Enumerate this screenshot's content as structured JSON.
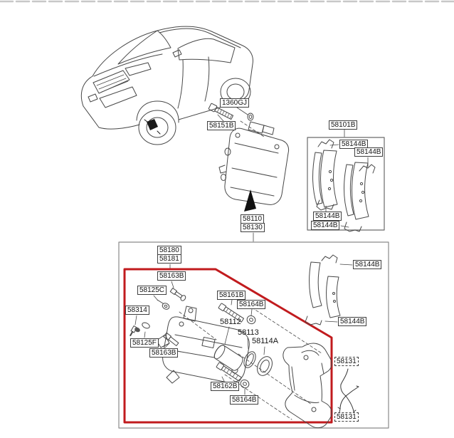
{
  "diagram": {
    "kind": "exploded-parts-diagram",
    "subject": "front brake caliper assembly with vehicle reference drawing"
  },
  "colors": {
    "highlight_red": "#c11b1e",
    "linework": "#474747",
    "page_border_dash": "#c8c8c8",
    "label_border": "#3f3f3f",
    "label_text": "#141414"
  },
  "labels": [
    {
      "id": "1360GJ",
      "text": "1360GJ"
    },
    {
      "id": "58151B",
      "text": "58151B"
    },
    {
      "id": "58101B",
      "text": "58101B"
    },
    {
      "id": "58144B-kit-top-left",
      "text": "58144B"
    },
    {
      "id": "58144B-kit-top-right",
      "text": "58144B"
    },
    {
      "id": "58144B-kit-bottom-1",
      "text": "58144B"
    },
    {
      "id": "58144B-kit-bottom-2",
      "text": "58144B"
    },
    {
      "id": "58110",
      "text": "58110"
    },
    {
      "id": "58130",
      "text": "58130"
    },
    {
      "id": "58180",
      "text": "58180"
    },
    {
      "id": "58181",
      "text": "58181"
    },
    {
      "id": "58163B-upper",
      "text": "58163B"
    },
    {
      "id": "58125C",
      "text": "58125C"
    },
    {
      "id": "58314",
      "text": "58314"
    },
    {
      "id": "58125F",
      "text": "58125F"
    },
    {
      "id": "58163B-lower",
      "text": "58163B"
    },
    {
      "id": "58161B",
      "text": "58161B"
    },
    {
      "id": "58164B-upper",
      "text": "58164B"
    },
    {
      "id": "58112",
      "text": "58112"
    },
    {
      "id": "58113",
      "text": "58113"
    },
    {
      "id": "58114A",
      "text": "58114A"
    },
    {
      "id": "58162B",
      "text": "58162B"
    },
    {
      "id": "58164B-lower",
      "text": "58164B"
    },
    {
      "id": "58144B-right-top",
      "text": "58144B"
    },
    {
      "id": "58144B-right-bottom",
      "text": "58144B"
    },
    {
      "id": "58131-top",
      "text": "58131"
    },
    {
      "id": "58131-bottom",
      "text": "58131"
    }
  ]
}
